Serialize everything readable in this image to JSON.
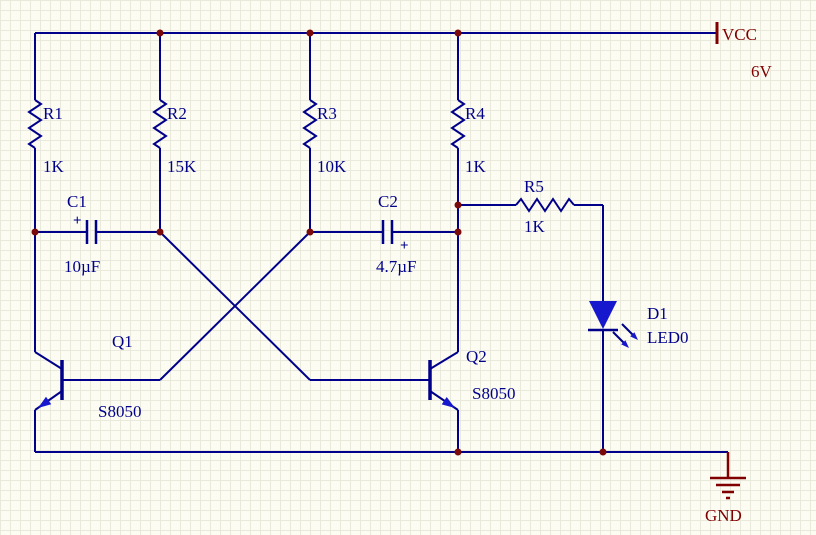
{
  "colors": {
    "background": "#FCFCF2",
    "grid": "#E9E9DC",
    "wire": "#00008B",
    "component_text": "#00008B",
    "device_fill": "#1717CE",
    "power": "#800000",
    "junction": "#7A0A0A"
  },
  "power": {
    "vcc": {
      "label": "VCC",
      "voltage": "6V"
    },
    "gnd": {
      "label": "GND"
    }
  },
  "components": {
    "R1": {
      "designator": "R1",
      "value": "1K"
    },
    "R2": {
      "designator": "R2",
      "value": "15K"
    },
    "R3": {
      "designator": "R3",
      "value": "10K"
    },
    "R4": {
      "designator": "R4",
      "value": "1K"
    },
    "R5": {
      "designator": "R5",
      "value": "1K"
    },
    "C1": {
      "designator": "C1",
      "value": "10µF",
      "polarity": "+"
    },
    "C2": {
      "designator": "C2",
      "value": "4.7µF",
      "polarity": "+"
    },
    "Q1": {
      "designator": "Q1",
      "value": "S8050"
    },
    "Q2": {
      "designator": "Q2",
      "value": "S8050"
    },
    "D1": {
      "designator": "D1",
      "value": "LED0"
    }
  }
}
